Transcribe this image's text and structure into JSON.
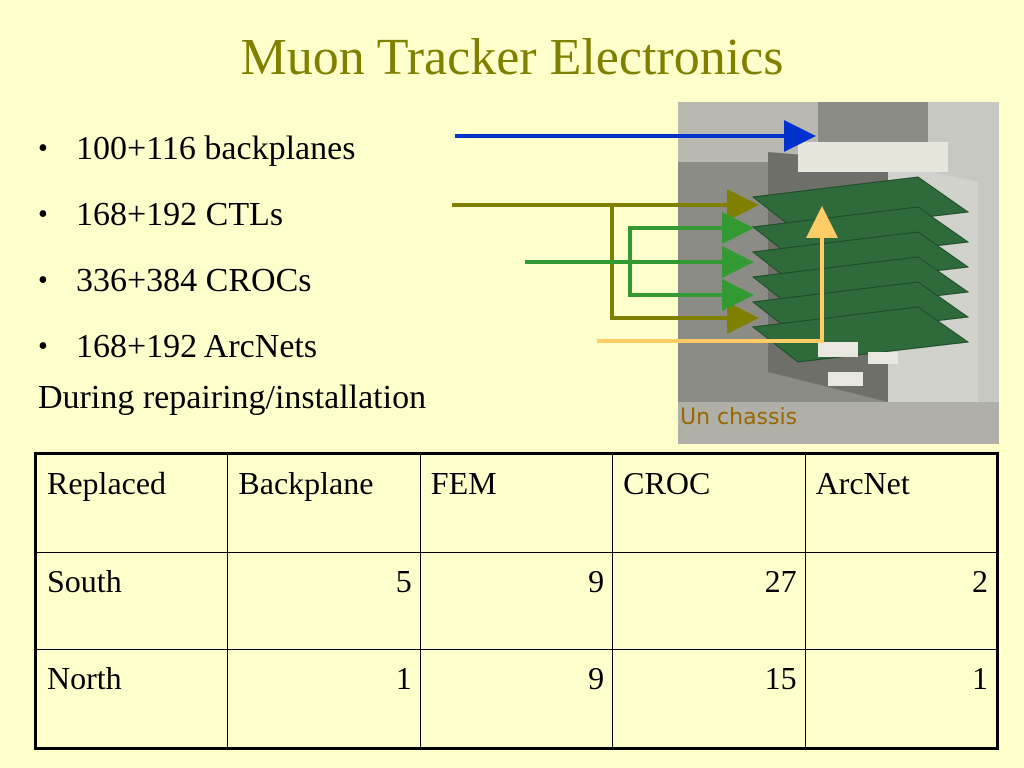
{
  "slide": {
    "title": "Muon Tracker Electronics",
    "bullet_char": "•",
    "bullets": [
      "100+116 backplanes",
      "168+192 CTLs",
      "336+384 CROCs",
      "168+192 ArcNets"
    ],
    "note": "During repairing/installation",
    "photo_caption": "Un chassis"
  },
  "table": {
    "headers": [
      "Replaced",
      "Backplane",
      "FEM",
      "CROC",
      "ArcNet"
    ],
    "rows": [
      [
        "South",
        "5",
        "9",
        "27",
        "2"
      ],
      [
        "North",
        "1",
        "9",
        "15",
        "1"
      ]
    ]
  },
  "colors": {
    "background": "#ffffcc",
    "title": "#808000",
    "arrow_backplanes": "#0033cc",
    "arrow_ctls": "#808000",
    "arrow_crocs": "#339933",
    "arrow_arcnets": "#ffcc66"
  }
}
